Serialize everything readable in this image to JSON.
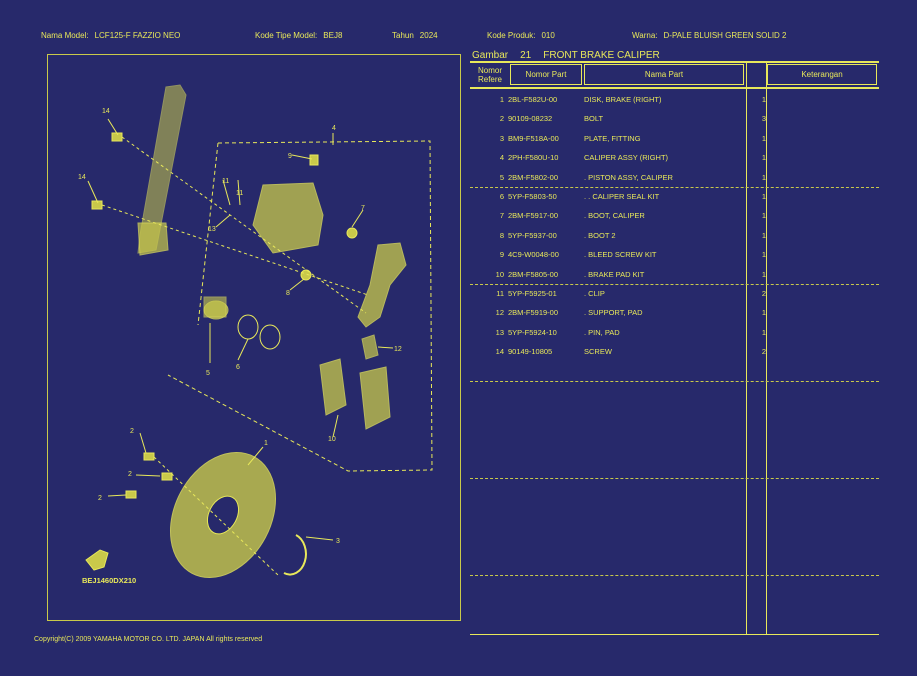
{
  "header": {
    "model_label": "Nama Model:",
    "model_value": "LCF125-F FAZZIO NEO",
    "type_label": "Kode Tipe Model:",
    "type_value": "BEJ8",
    "year_label": "Tahun",
    "year_value": "2024",
    "product_label": "Kode Produk:",
    "product_value": "010",
    "color_label": "Warna:",
    "color_value": "D-PALE BLUISH GREEN SOLID 2"
  },
  "figure": {
    "label": "Gambar",
    "number": "21",
    "name": "FRONT BRAKE CALIPER"
  },
  "table": {
    "headers": {
      "ref": "Nomor Refere",
      "part_no": "Nomor Part",
      "part_name": "Nama Part",
      "qty": "",
      "note": "Keterangan"
    },
    "rows": [
      {
        "no": "1",
        "part": "2BL-F582U-00",
        "name": "DISK, BRAKE (RIGHT)",
        "qty": "1"
      },
      {
        "no": "2",
        "part": "90109-08232",
        "name": "BOLT",
        "qty": "3"
      },
      {
        "no": "3",
        "part": "BM9-F518A-00",
        "name": "PLATE, FITTING",
        "qty": "1"
      },
      {
        "no": "4",
        "part": "2PH-F580U-10",
        "name": "CALIPER ASSY (RIGHT)",
        "qty": "1"
      },
      {
        "no": "5",
        "part": "2BM-F5802-00",
        "name": ". PISTON ASSY, CALIPER",
        "qty": "1"
      },
      {
        "no": "6",
        "part": "5YP-F5803-50",
        "name": ". . CALIPER SEAL KIT",
        "qty": "1"
      },
      {
        "no": "7",
        "part": "2BM-F5917-00",
        "name": ". BOOT, CALIPER",
        "qty": "1"
      },
      {
        "no": "8",
        "part": "5YP-F5937-00",
        "name": ". BOOT 2",
        "qty": "1"
      },
      {
        "no": "9",
        "part": "4C9-W0048-00",
        "name": ". BLEED SCREW KIT",
        "qty": "1"
      },
      {
        "no": "10",
        "part": "2BM-F5805-00",
        "name": ". BRAKE PAD KIT",
        "qty": "1"
      },
      {
        "no": "11",
        "part": "5YP-F5925-01",
        "name": ". CLIP",
        "qty": "2"
      },
      {
        "no": "12",
        "part": "2BM-F5919-00",
        "name": ". SUPPORT, PAD",
        "qty": "1"
      },
      {
        "no": "13",
        "part": "5YP-F5924-10",
        "name": ". PIN, PAD",
        "qty": "1"
      },
      {
        "no": "14",
        "part": "90149-10805",
        "name": "SCREW",
        "qty": "2"
      }
    ]
  },
  "diagram": {
    "code": "BEJ1460DX210",
    "callouts": [
      "14",
      "14",
      "4",
      "9",
      "11",
      "11",
      "13",
      "7",
      "8",
      "5",
      "6",
      "12",
      "10",
      "2",
      "2",
      "2",
      "1",
      "3"
    ]
  },
  "copyright": "Copyright(C) 2009 YAMAHA MOTOR CO. LTD. JAPAN All rights reserved",
  "colors": {
    "background": "#27296b",
    "foreground": "#e8e85a"
  }
}
